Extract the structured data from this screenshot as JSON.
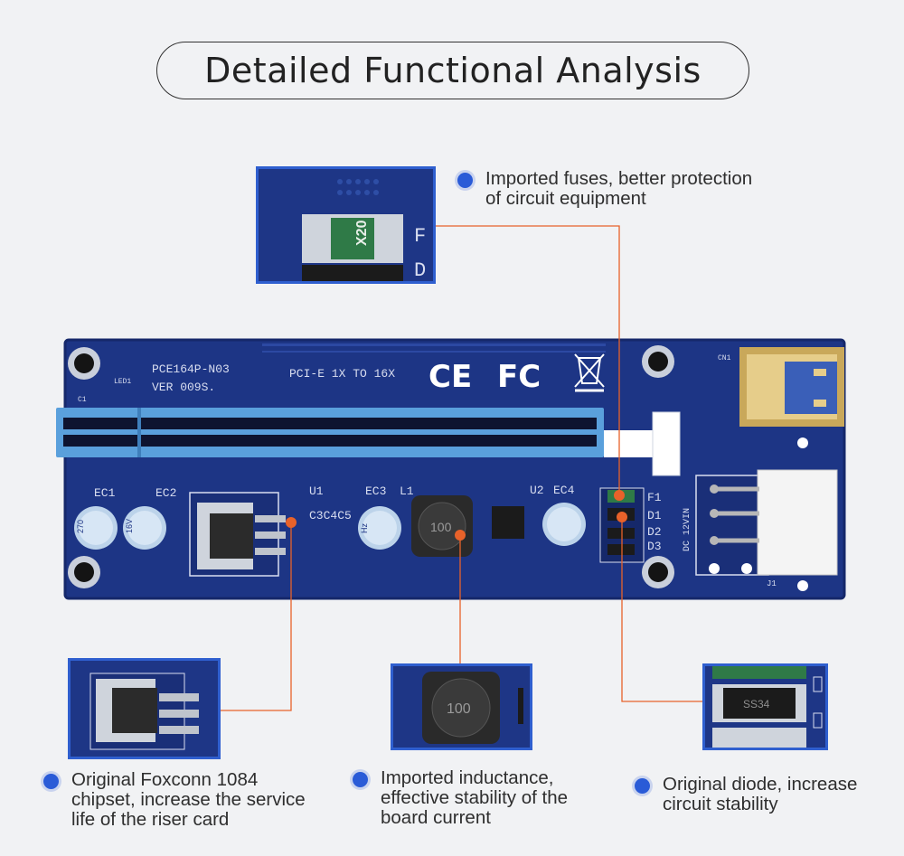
{
  "title": "Detailed Functional Analysis",
  "callouts": {
    "fuse": {
      "line1": "Imported fuses, better protection",
      "line2": "of circuit equipment"
    },
    "chipset": {
      "line1": "Original Foxconn 1084",
      "line2": "chipset, increase the service",
      "line3": "life of the riser card"
    },
    "inductance": {
      "line1": "Imported inductance,",
      "line2": "effective stability of the",
      "line3": "board current"
    },
    "diode": {
      "line1": "Original diode, increase",
      "line2": "circuit stability"
    }
  },
  "board": {
    "model": "PCE164P-N03",
    "version": "VER  009S.",
    "interface": "PCI-E  1X  TO  16X",
    "cert_ce": "CE",
    "cert_fc": "FC",
    "cn1": "CN1",
    "j1": "J1",
    "dc_label": "DC 12VIN",
    "u1": "U1",
    "u2": "U2",
    "l1": "L1",
    "ec1": "EC1",
    "ec2": "EC2",
    "ec3": "EC3",
    "ec4": "EC4",
    "c345": "C3C4C5",
    "cap_line1": "270",
    "cap_line2": "16V",
    "cap_line3": "Hz",
    "inductor_value": "100",
    "fuse_marking": "X20",
    "diode_marking": "SS34",
    "f1": "F1",
    "d1": "D1",
    "d2": "D2",
    "d3": "D3",
    "led": "LED1",
    "c1": "C1"
  },
  "colors": {
    "accent_dot": "#2a5bd7",
    "leader_line": "#e8622a",
    "pcb": "#1d3585",
    "slot": "#5aa0dc"
  }
}
